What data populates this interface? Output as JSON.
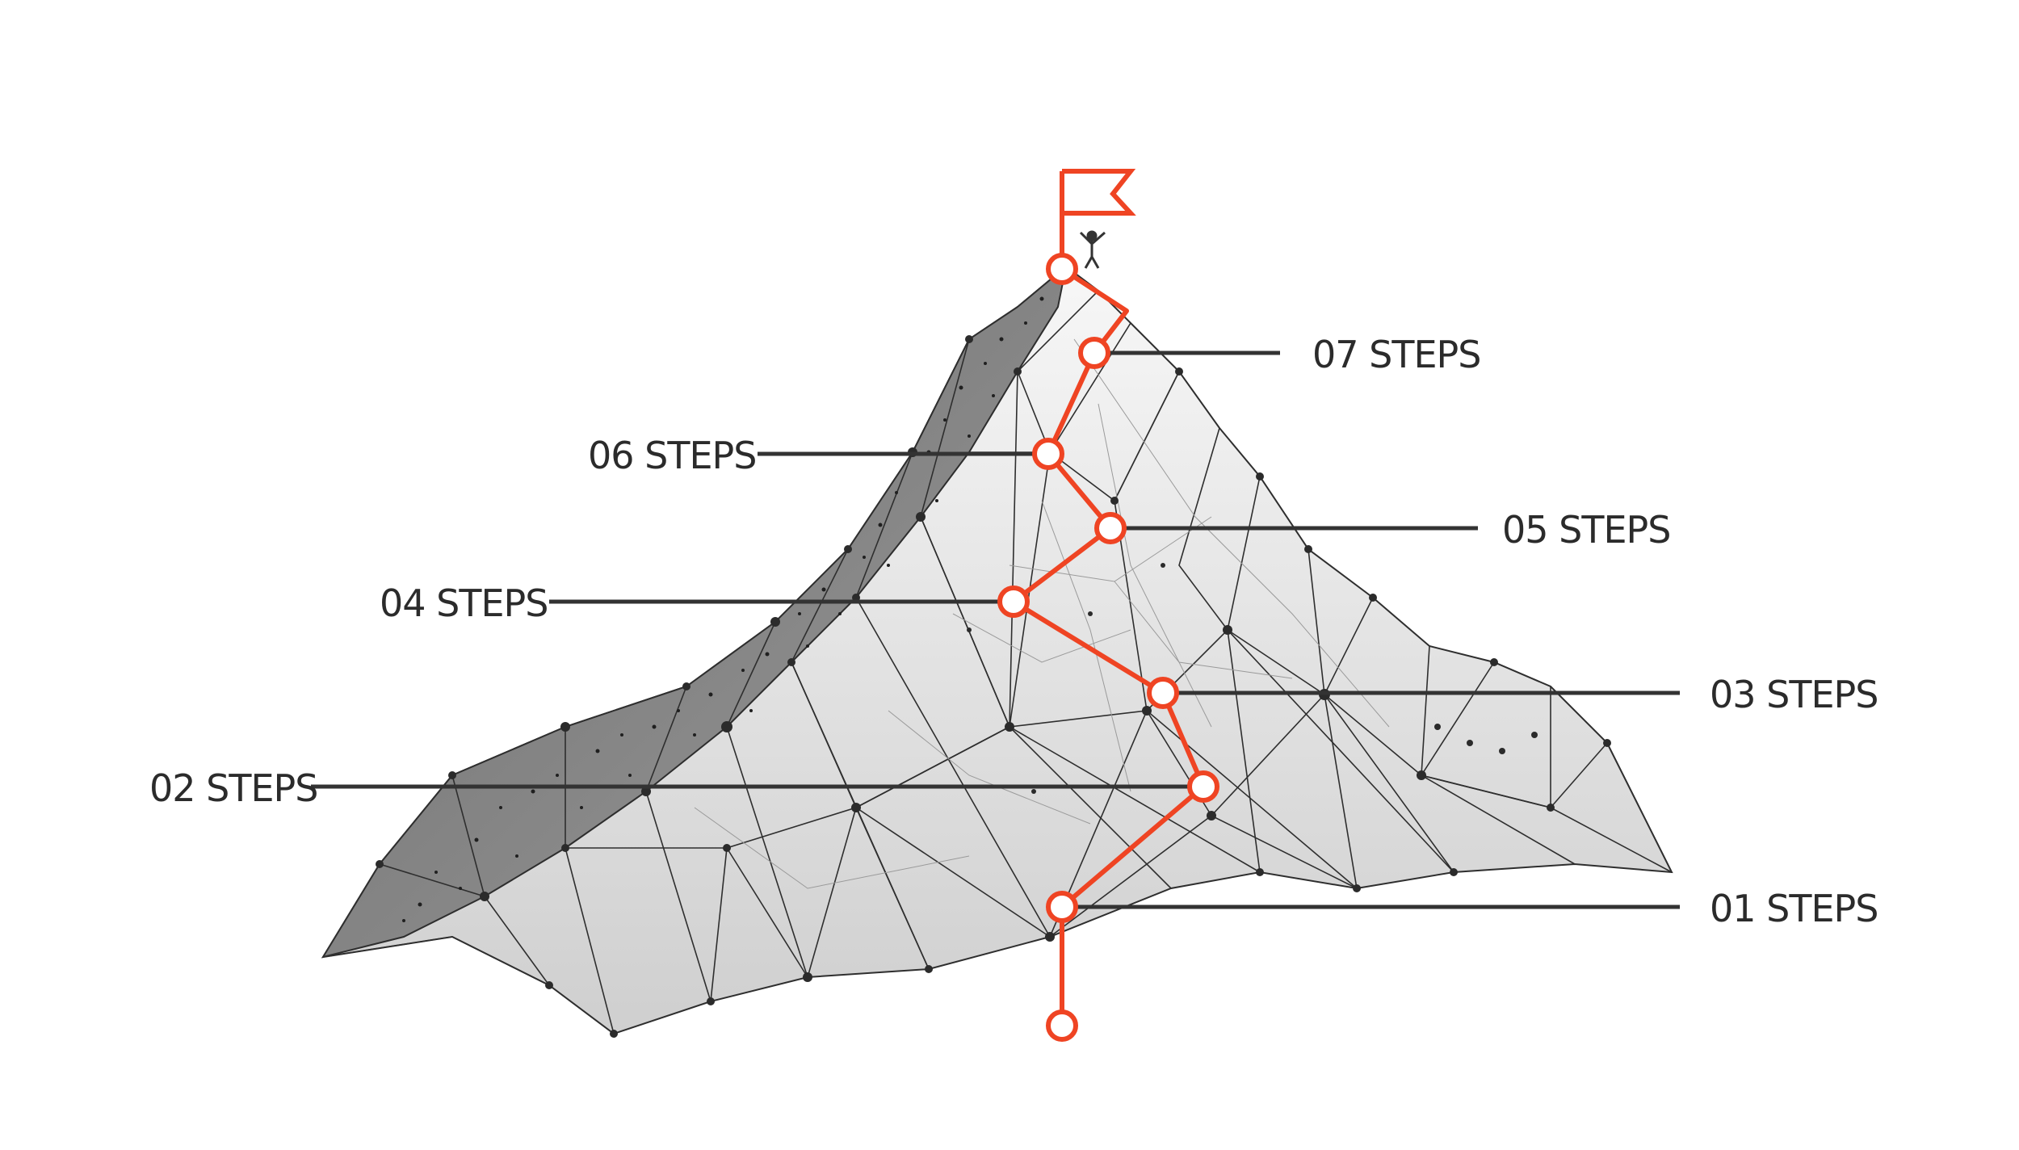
{
  "colors": {
    "accent": "#ef4423",
    "leader_line": "#333333",
    "mesh_stroke": "#2e2e2e",
    "label_text": "#2b2b2b"
  },
  "icons": [
    "flag-icon",
    "climber-icon"
  ],
  "steps": [
    {
      "label": "01 STEPS",
      "side": "right"
    },
    {
      "label": "02 STEPS",
      "side": "left"
    },
    {
      "label": "03 STEPS",
      "side": "right"
    },
    {
      "label": "04 STEPS",
      "side": "left"
    },
    {
      "label": "05 STEPS",
      "side": "right"
    },
    {
      "label": "06 STEPS",
      "side": "left"
    },
    {
      "label": "07 STEPS",
      "side": "right"
    }
  ]
}
